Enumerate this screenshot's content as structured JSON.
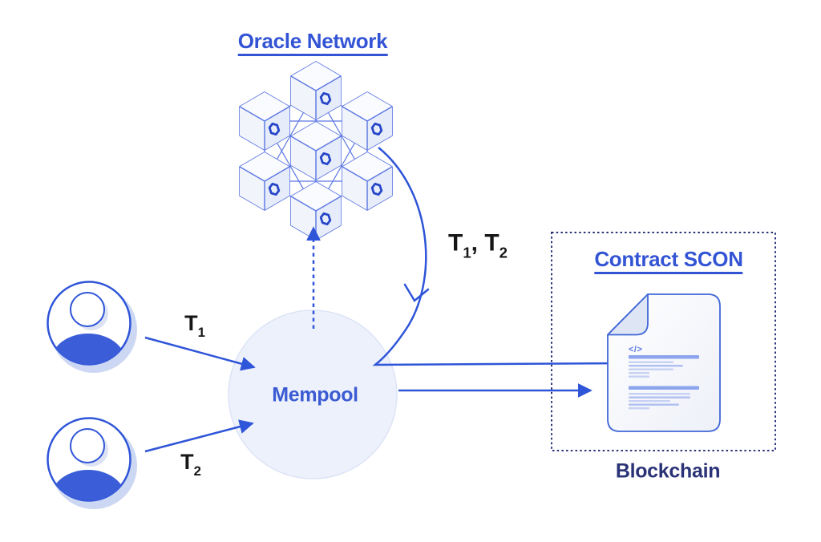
{
  "oracle": {
    "title": "Oracle Network",
    "node_count": 7,
    "icons": {
      "node": "oracle-node-cube-icon"
    }
  },
  "mempool": {
    "label": "Mempool"
  },
  "contract": {
    "title": "Contract SCON",
    "code_glyph": "</>"
  },
  "blockchain": {
    "label": "Blockchain"
  },
  "users": {
    "icon": "user-avatar-icon",
    "count": 2
  },
  "transactions": {
    "t1": {
      "base": "T",
      "sub": "1"
    },
    "t2": {
      "base": "T",
      "sub": "2"
    },
    "bundle": {
      "sep": ", "
    }
  },
  "colors": {
    "arrow_blue": "#2f55d8",
    "heading_blue": "#3354d4",
    "node_stroke_blue": "#5b76e2",
    "node_glyph_blue": "#2646c8",
    "navy": "#2b3377",
    "label_black": "#161616",
    "mempool_fill": "#edf1fb",
    "doc_outline": "#4067d6",
    "doc_bar_dark": "#8da5ec",
    "doc_bar_medium": "#aebff1",
    "doc_bar_light": "#c6d1f3",
    "user_shadow": "#ccd7f3"
  }
}
